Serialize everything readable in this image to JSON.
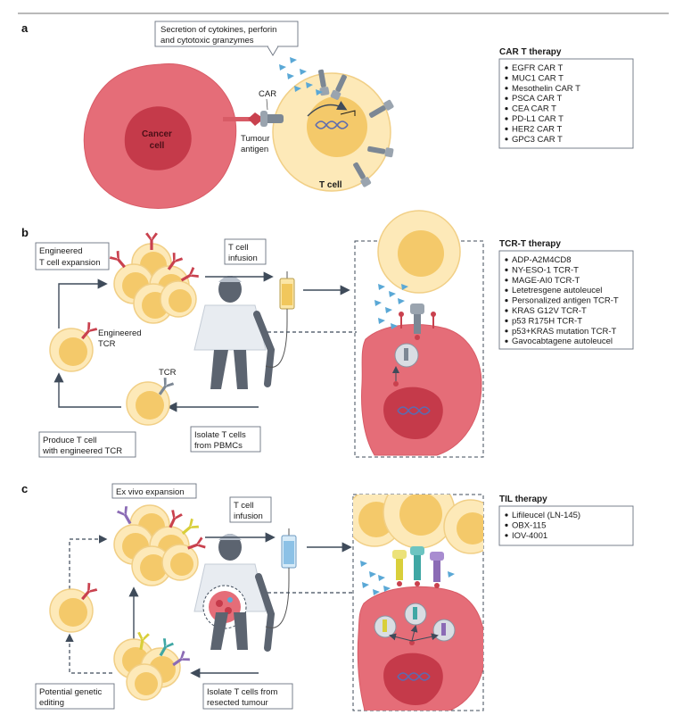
{
  "panels": {
    "a": {
      "label": "a",
      "callout_secretion_line1": "Secretion of cytokines, perforin",
      "callout_secretion_line2": "and cytotoxic granzymes",
      "car_label": "CAR",
      "tumour_antigen_line1": "Tumour",
      "tumour_antigen_line2": "antigen",
      "cancer_line1": "Cancer",
      "cancer_line2": "cell",
      "tcell_label": "T cell",
      "list_title": "CAR T therapy",
      "list_items": [
        "EGFR CAR T",
        "MUC1 CAR T",
        "Mesothelin CAR T",
        "PSCA CAR T",
        "CEA CAR T",
        "PD-L1 CAR T",
        "HER2 CAR T",
        "GPC3 CAR T"
      ]
    },
    "b": {
      "label": "b",
      "engineered_expansion_line1": "Engineered",
      "engineered_expansion_line2": "T cell expansion",
      "infusion_line1": "T cell",
      "infusion_line2": "infusion",
      "engineered_tcr_line1": "Engineered",
      "engineered_tcr_line2": "TCR",
      "tcr_label": "TCR",
      "produce_line1": "Produce T cell",
      "produce_line2": "with engineered TCR",
      "isolate_line1": "Isolate T cells",
      "isolate_line2": "from PBMCs",
      "list_title": "TCR-T therapy",
      "list_items": [
        "ADP-A2M4CD8",
        "NY-ESO-1 TCR-T",
        "MAGE-AI0 TCR-T",
        "Letetresgene autoleucel",
        "Personalized antigen TCR-T",
        "KRAS G12V TCR-T",
        "p53 R175H TCR-T",
        "p53+KRAS mutation TCR-T",
        "Gavocabtagene autoleucel"
      ]
    },
    "c": {
      "label": "c",
      "ex_vivo": "Ex vivo expansion",
      "infusion_line1": "T cell",
      "infusion_line2": "infusion",
      "genetic_line1": "Potential genetic",
      "genetic_line2": "editing",
      "isolate_line1": "Isolate T cells from",
      "isolate_line2": "resected tumour",
      "list_title": "TIL therapy",
      "list_items": [
        "Lifileucel (LN-145)",
        "OBX-115",
        "IOV-4001"
      ]
    }
  },
  "colors": {
    "tcell_fill": "#fde9b8",
    "tcell_nucleus": "#f4c96a",
    "cancer_fill": "#e56d78",
    "cancer_nucleus": "#c53a4a",
    "cytokine": "#5aa8d6",
    "receptor": "#7c8794",
    "tcr_red": "#c9414e"
  }
}
